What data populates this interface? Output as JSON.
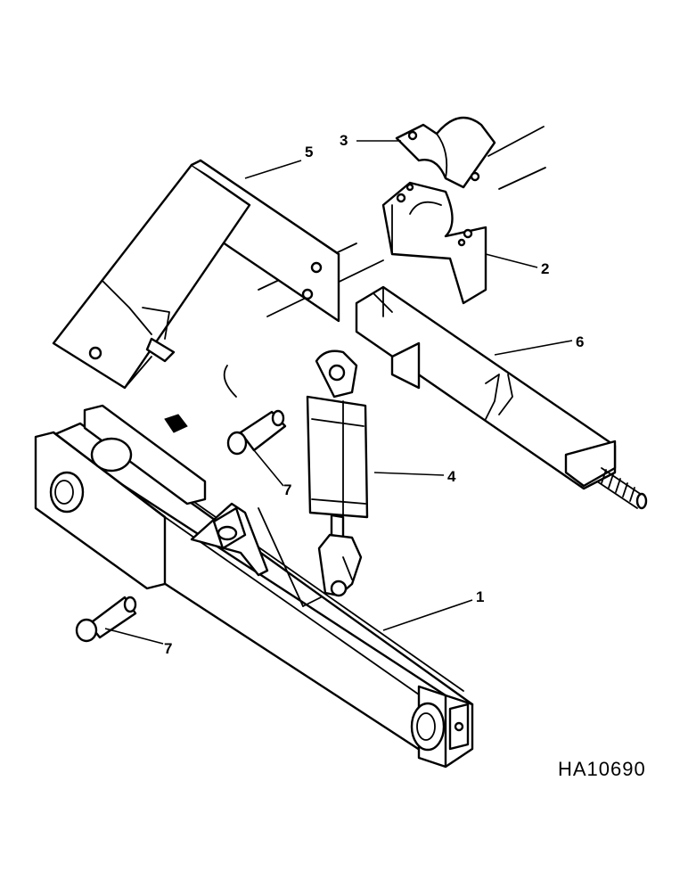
{
  "diagram": {
    "reference_code": "HA10690",
    "callouts": [
      {
        "id": "1",
        "label": "1"
      },
      {
        "id": "2",
        "label": "2"
      },
      {
        "id": "3",
        "label": "3"
      },
      {
        "id": "4",
        "label": "4"
      },
      {
        "id": "5",
        "label": "5"
      },
      {
        "id": "6",
        "label": "6"
      },
      {
        "id": "7a",
        "label": "7"
      },
      {
        "id": "7b",
        "label": "7"
      }
    ]
  }
}
